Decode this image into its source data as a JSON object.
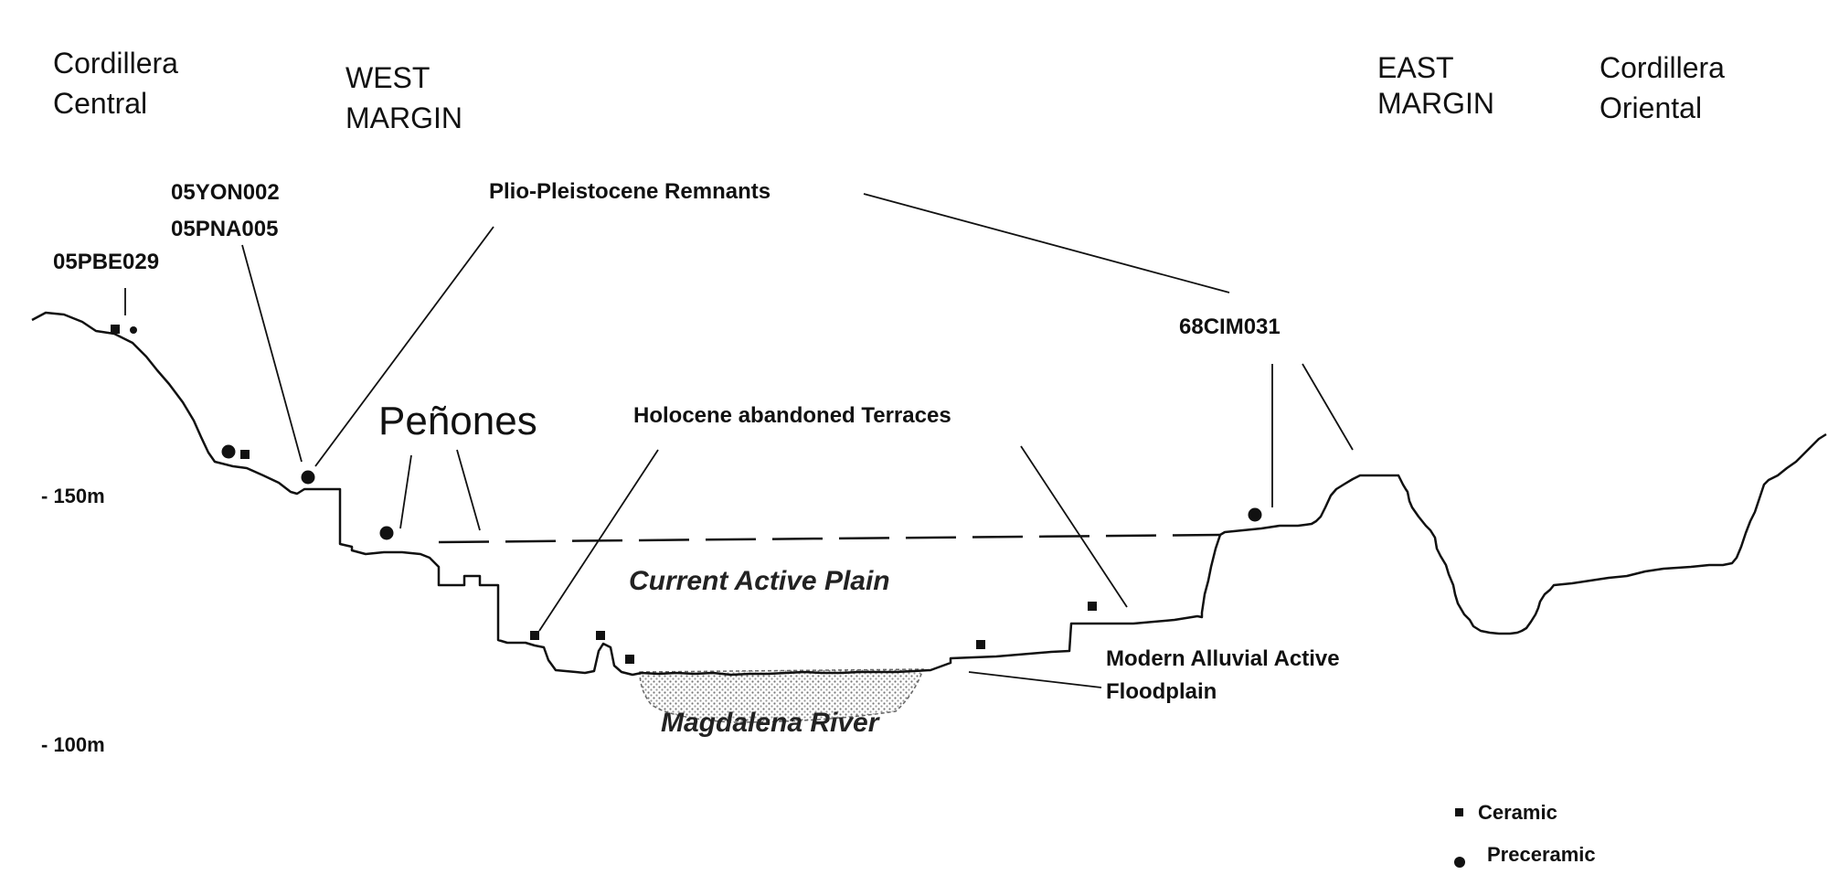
{
  "regions": {
    "cordillera_central": [
      "Cordillera",
      "Central"
    ],
    "west_margin": [
      "WEST",
      "MARGIN"
    ],
    "east_margin": [
      "EAST",
      "MARGIN"
    ],
    "cordillera_oriental": [
      "Cordillera",
      "Oriental"
    ]
  },
  "sites": {
    "pbe029": "05PBE029",
    "yon002": "05YON002",
    "pna005": "05PNA005",
    "cim031": "68CIM031"
  },
  "features": {
    "plio_pleistocene": "Plio-Pleistocene Remnants",
    "penones": "Peñones",
    "holocene_terraces": "Holocene abandoned Terraces",
    "current_active_plain": "Current Active Plain",
    "modern_floodplain": [
      "Modern Alluvial Active",
      "Floodplain"
    ],
    "river": "Magdalena River"
  },
  "axis": {
    "label_150": "- 150m",
    "label_100": "- 100m"
  },
  "legend": {
    "ceramic": "Ceramic",
    "preceramic": "Preceramic"
  },
  "colors": {
    "line": "#111111",
    "river_fill": "#cfcfcf"
  }
}
